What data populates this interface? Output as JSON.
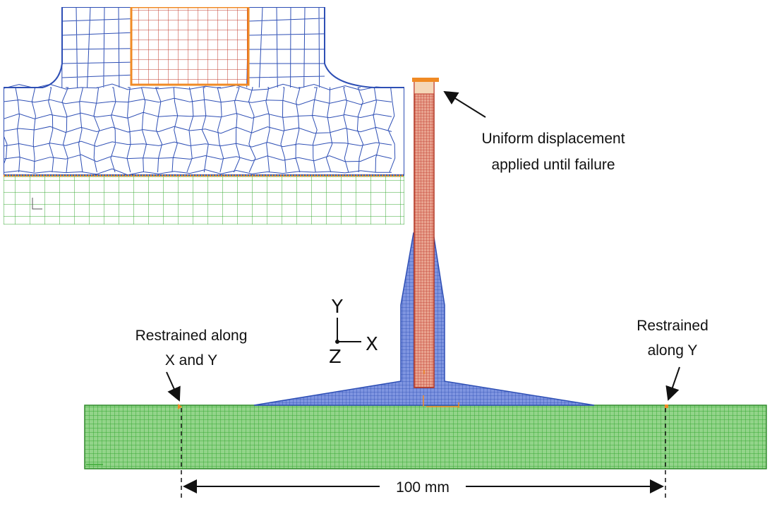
{
  "annotations": {
    "load_line1": "Uniform displacement",
    "load_line2": "applied until failure",
    "left_support_line1": "Restrained along",
    "left_support_line2": "X and Y",
    "right_support_line1": "Restrained",
    "right_support_line2": "along Y",
    "dimension": "100 mm"
  },
  "axes": {
    "y": "Y",
    "x": "X",
    "z": "Z"
  },
  "colors": {
    "base_plate_mesh": "#3aaa35",
    "weld_mesh": "#2e4fb5",
    "stiffener_mesh": "#c0392b",
    "boundary_nodes": "#f08a24",
    "text": "#111111"
  }
}
